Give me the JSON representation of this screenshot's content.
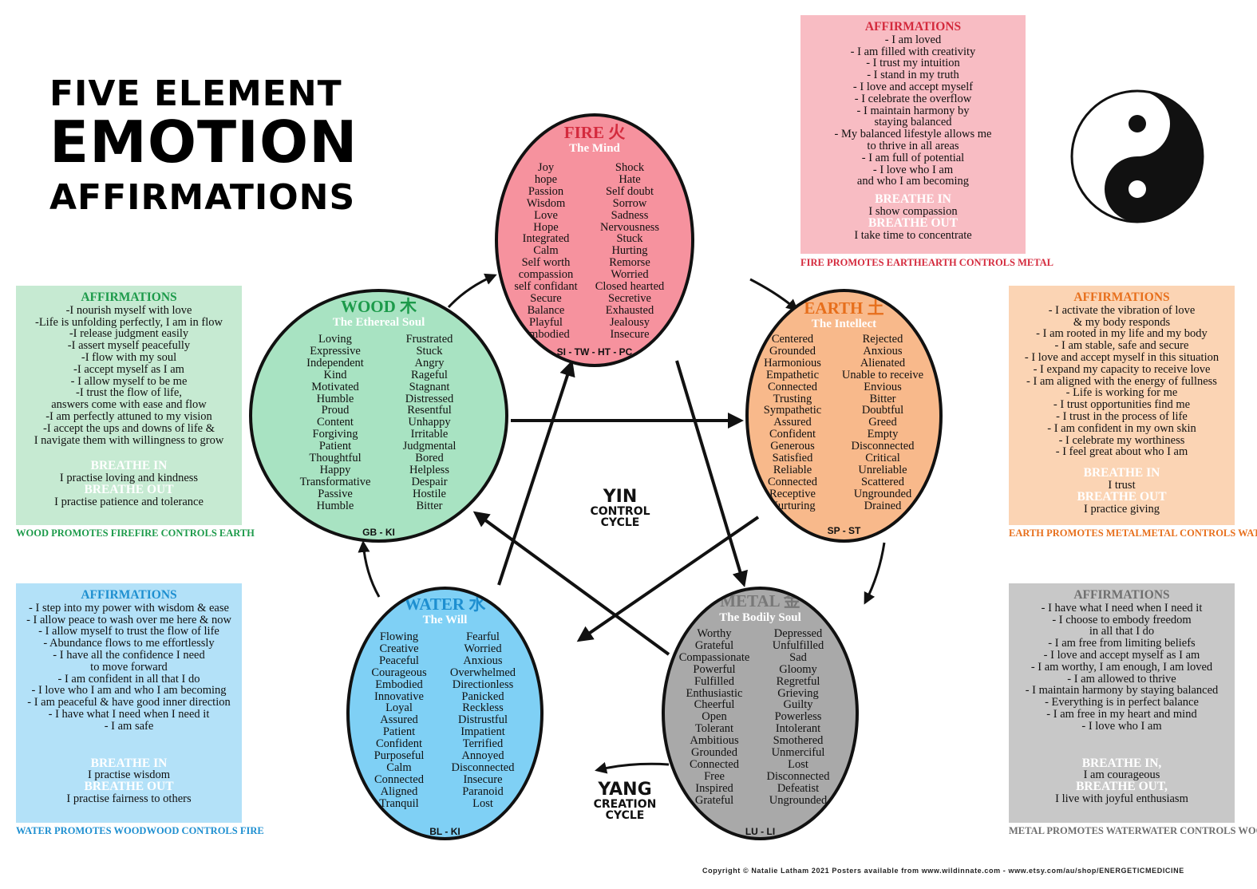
{
  "title": {
    "line1": "FIVE ELEMENT",
    "line2": "EMOTION",
    "line3": "AFFIRMATIONS"
  },
  "elements": {
    "fire": {
      "name": "FIRE 火",
      "subtitle": "The Mind",
      "positive": [
        "Joy",
        "hope",
        "Passion",
        "Wisdom",
        "Love",
        "Hope",
        "Integrated",
        "Calm",
        "Self worth",
        "compassion",
        "self confidant",
        "Secure",
        "Balance",
        "Playful",
        "Embodied"
      ],
      "negative": [
        "Shock",
        "Hate",
        "Self doubt",
        "Sorrow",
        "Sadness",
        "Nervousness",
        "Stuck",
        "Hurting",
        "Remorse",
        "Worried",
        "Closed hearted",
        "Secretive",
        "Exhausted",
        "Jealousy",
        "Insecure"
      ],
      "meridians": "SI - TW - HT - PC",
      "color": "#f6929e",
      "name_color": "#d42a3d"
    },
    "earth": {
      "name": "EARTH 土",
      "subtitle": "The Intellect",
      "positive": [
        "Centered",
        "Grounded",
        "Harmonious",
        "Empathetic",
        "Connected",
        "Trusting",
        "Sympathetic",
        "Assured",
        "Confident",
        "Generous",
        "Satisfied",
        "Reliable",
        "Connected",
        "Receptive",
        "Nurturing"
      ],
      "negative": [
        "Rejected",
        "Anxious",
        "Alienated",
        "Unable to receive",
        "Envious",
        "Bitter",
        "Doubtful",
        "Greed",
        "Empty",
        "Disconnected",
        "Critical",
        "Unreliable",
        "Scattered",
        "Ungrounded",
        "Drained"
      ],
      "meridians": "SP - ST",
      "color": "#f8b98b",
      "name_color": "#e76f1c"
    },
    "metal": {
      "name": "METAL 金",
      "subtitle": "The Bodily Soul",
      "positive": [
        "Worthy",
        "Grateful",
        "Compassionate",
        "Powerful",
        "Fulfilled",
        "Enthusiastic",
        "Cheerful",
        "Open",
        "Tolerant",
        "Ambitious",
        "Grounded",
        "Connected",
        "Free",
        "Inspired",
        "Grateful"
      ],
      "negative": [
        "Depressed",
        "Unfulfilled",
        "Sad",
        "Gloomy",
        "Regretful",
        "Grieving",
        "Guilty",
        "Powerless",
        "Intolerant",
        "Smothered",
        "Unmerciful",
        "Lost",
        "Disconnected",
        "Defeatist",
        "Ungrounded"
      ],
      "meridians": "LU - LI",
      "color": "#a9a9a9",
      "name_color": "#787878"
    },
    "water": {
      "name": "WATER 水",
      "subtitle": "The Will",
      "positive": [
        "Flowing",
        "Creative",
        "Peaceful",
        "Courageous",
        "Embodied",
        "Innovative",
        "Loyal",
        "Assured",
        "Patient",
        "Confident",
        "Purposeful",
        "Calm",
        "Connected",
        "Aligned",
        "Tranquil"
      ],
      "negative": [
        "Fearful",
        "Worried",
        "Anxious",
        "Overwhelmed",
        "Directionless",
        "Panicked",
        "Reckless",
        "Distrustful",
        "Impatient",
        "Terrified",
        "Annoyed",
        "Disconnected",
        "Insecure",
        "Paranoid",
        "Lost"
      ],
      "meridians": "BL - KI",
      "color": "#7fd0f5",
      "name_color": "#1e8fd0"
    },
    "wood": {
      "name": "WOOD 木",
      "subtitle": "The Ethereal Soul",
      "positive": [
        "Loving",
        "Expressive",
        "Independent",
        "Kind",
        "Motivated",
        "Humble",
        "Proud",
        "Content",
        "Forgiving",
        "Patient",
        "Thoughtful",
        "Happy",
        "Transformative",
        "Passive",
        "Humble"
      ],
      "negative": [
        "Frustrated",
        "Stuck",
        "Angry",
        "Rageful",
        "Stagnant",
        "Distressed",
        "Resentful",
        "Unhappy",
        "Irritable",
        "Judgmental",
        "Bored",
        "Helpless",
        "Despair",
        "Hostile",
        "Bitter"
      ],
      "meridians": "GB - KI",
      "color": "#a8e3c2",
      "name_color": "#1c9a4a"
    }
  },
  "panels": {
    "fire": {
      "heading": "AFFIRMATIONS",
      "lines": [
        "- I am loved",
        "- I am filled with creativity",
        "- I trust  my intuition",
        "- I stand in my truth",
        "- I love and accept myself",
        "- I celebrate the overflow",
        "- I maintain harmony by",
        "staying balanced",
        "- My balanced lifestyle allows me",
        "to thrive in all areas",
        "- I am full of potential",
        "- I love who I am",
        "and who I am becoming"
      ],
      "breathe_in_label": "BREATHE IN",
      "breathe_in": "I show compassion",
      "breathe_out_label": "BREATHE OUT",
      "breathe_out": "I take time to concentrate",
      "relations": [
        "FIRE PROMOTES EARTH",
        "EARTH CONTROLS METAL"
      ],
      "bg": "#f8bcc3",
      "accent": "#d42a3d"
    },
    "wood": {
      "heading": "AFFIRMATIONS",
      "lines": [
        "-I nourish myself with love",
        "-Life is unfolding perfectly, I am in flow",
        "-I release judgment easily",
        "-I assert myself peacefully",
        "-I flow with my soul",
        "-I accept myself as I am",
        "- I allow myself to be me",
        "-I trust the flow of life,",
        "answers come with ease and flow",
        "-I am perfectly attuned to my vision",
        "-I accept the ups and downs of life &",
        "I navigate them with willingness to grow"
      ],
      "breathe_in_label": "BREATHE IN",
      "breathe_in": "I practise loving and kindness",
      "breathe_out_label": "BREATHE OUT",
      "breathe_out": "I practise patience and tolerance",
      "relations": [
        "WOOD PROMOTES FIRE",
        "FIRE CONTROLS EARTH"
      ],
      "bg": "#c6ead2",
      "accent": "#1c9a4a"
    },
    "earth": {
      "heading": "AFFIRMATIONS",
      "lines": [
        "- I activate the vibration of love",
        "& my body responds",
        "- I am rooted in my life and my body",
        "- I am stable, safe and secure",
        "- I love and accept myself in this situation",
        "- I expand my capacity to receive love",
        "- I am aligned with the energy of fullness",
        "- Life is working for me",
        "- I trust opportunities find me",
        "- I trust in the process of life",
        "- I am confident in my own skin",
        "- I celebrate my worthiness",
        "- I feel great about who I am"
      ],
      "breathe_in_label": "BREATHE IN",
      "breathe_in": "I trust",
      "breathe_out_label": "BREATHE OUT",
      "breathe_out": "I practice giving",
      "relations": [
        "EARTH PROMOTES METAL",
        "METAL CONTROLS WATER"
      ],
      "bg": "#fbd4b4",
      "accent": "#e76f1c"
    },
    "water": {
      "heading": "AFFIRMATIONS",
      "lines": [
        "- I step into my power with wisdom & ease",
        "- I allow peace to wash over me here & now",
        "- I allow myself to trust the flow of life",
        "- Abundance flows to me effortlessly",
        "- I have all the confidence I need",
        "to move forward",
        "- I am confident in all that I do",
        "- I love who I am and who I am becoming",
        "- I am peaceful & have good inner direction",
        "- I have what I need when I need it",
        "- I am safe"
      ],
      "breathe_in_label": "BREATHE IN",
      "breathe_in": "I practise wisdom",
      "breathe_out_label": "BREATHE OUT",
      "breathe_out": "I practise fairness to others",
      "relations": [
        "WATER PROMOTES WOOD",
        "WOOD CONTROLS FIRE"
      ],
      "bg": "#b3e1f8",
      "accent": "#1e8fd0"
    },
    "metal": {
      "heading": "AFFIRMATIONS",
      "lines": [
        "- I have what I need when I need it",
        "- I choose to embody freedom",
        "in all that I do",
        "- I am free from limiting beliefs",
        "- I love and accept myself as I am",
        "- I am worthy, I am enough, I am loved",
        "- I am allowed to thrive",
        "- I maintain harmony by staying balanced",
        "- Everything is in perfect balance",
        "- I am free in my heart and mind",
        "- I love who I am"
      ],
      "breathe_in_label": "BREATHE IN,",
      "breathe_in": "I am courageous",
      "breathe_out_label": "BREATHE OUT,",
      "breathe_out": "I live with joyful enthusiasm",
      "relations": [
        "METAL PROMOTES WATER",
        "WATER CONTROLS WOOD"
      ],
      "bg": "#c8c8c8",
      "accent": "#6e6e6e"
    }
  },
  "cycles": {
    "yin": {
      "big": "YIN",
      "line2": "CONTROL",
      "line3": "CYCLE"
    },
    "yang": {
      "big": "YANG",
      "line2": "CREATION",
      "line3": "CYCLE"
    }
  },
  "copyright": "Copyright © Natalie Latham 2021      Posters available from  www.wildinnate.com  -  www.etsy.com/au/shop/ENERGETICMEDICINE"
}
